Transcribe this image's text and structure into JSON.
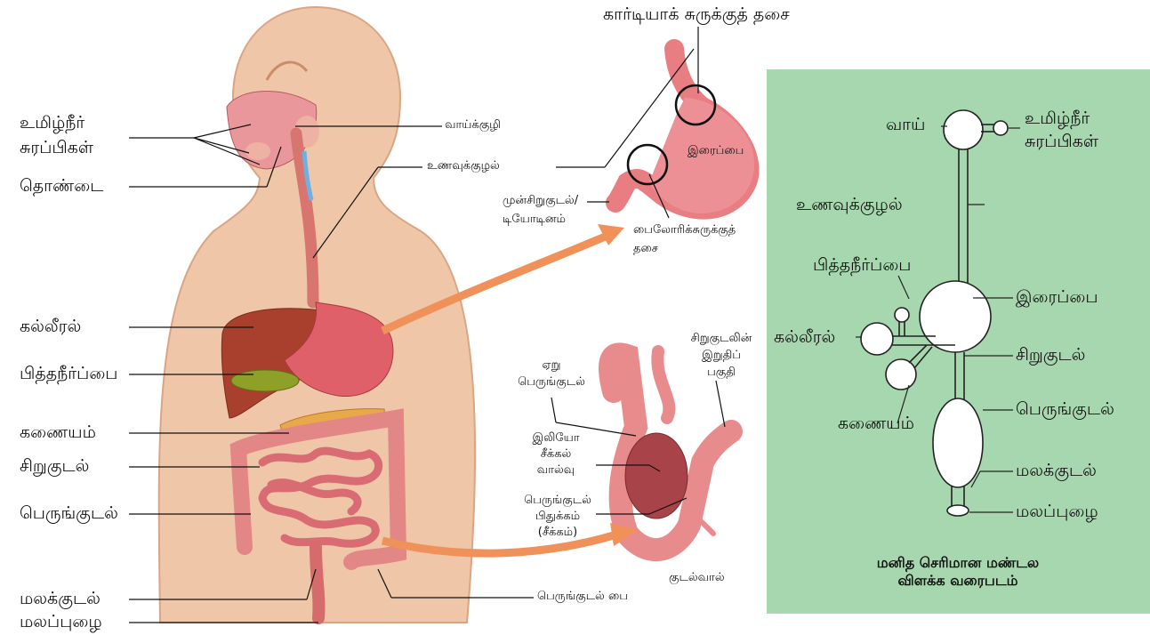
{
  "body_labels": {
    "salivary_glands": [
      "உமிழ்நீர்",
      "சுரப்பிகள்"
    ],
    "pharynx": "தொண்டை",
    "liver": "கல்லீரல்",
    "gall_bladder": "பித்தநீர்ப்பை",
    "pancreas": "கணையம்",
    "small_intestine": "சிறுகுடல்",
    "large_intestine": "பெருங்குடல்",
    "rectum": "மலக்குடல்",
    "anus": "மலப்புழை",
    "oral_cavity": "வாய்க்குழி",
    "oesophagus": "உணவுக்குழல்",
    "colon_sac": "பெருங்குடல் பை"
  },
  "stomach_labels": {
    "cardiac_sphincter": "கார்டியாக் சுருக்குத் தசை",
    "stomach": "இரைப்பை",
    "duodenum": [
      "முன்சிறுகுடல்/",
      "டியோடினம்"
    ],
    "pyloric_sphincter": [
      "பைலோரிக்சுருக்குத்",
      "தசை"
    ]
  },
  "intestine_labels": {
    "ascending_colon": [
      "ஏறு",
      "பெருங்குடல்"
    ],
    "ileum_end": [
      "சிறுகுடலின்",
      "இறுதிப்",
      "பகுதி"
    ],
    "ileocaecal_valve": [
      "இலியோ",
      "சீக்கல்",
      "வால்வு"
    ],
    "caecum": [
      "பெருங்குடல்",
      "பிதுக்கம்",
      "(சீக்கம்)"
    ],
    "appendix": "குடல்வால்"
  },
  "schematic": {
    "mouth": "வாய்",
    "salivary_glands": [
      "உமிழ்நீர்",
      "சுரப்பிகள்"
    ],
    "oesophagus": "உணவுக்குழல்",
    "gall_bladder": "பித்தநீர்ப்பை",
    "stomach": "இரைப்பை",
    "liver": "கல்லீரல்",
    "small_intestine": "சிறுகுடல்",
    "large_intestine": "பெருங்குடல்",
    "pancreas": "கணையம்",
    "rectum": "மலக்குடல்",
    "anus": "மலப்புழை",
    "caption": [
      "மனித செரிமான மண்டல",
      "விளக்க வரைபடம்"
    ]
  },
  "colors": {
    "skin": "#efc6a8",
    "panel": "#a7d7ae",
    "arrow": "#f0915a",
    "stomach": "#e0606a",
    "liver": "#a9402e",
    "gall_bladder": "#8ea028",
    "pancreas": "#e8a94a",
    "intestine": "#e28686"
  }
}
